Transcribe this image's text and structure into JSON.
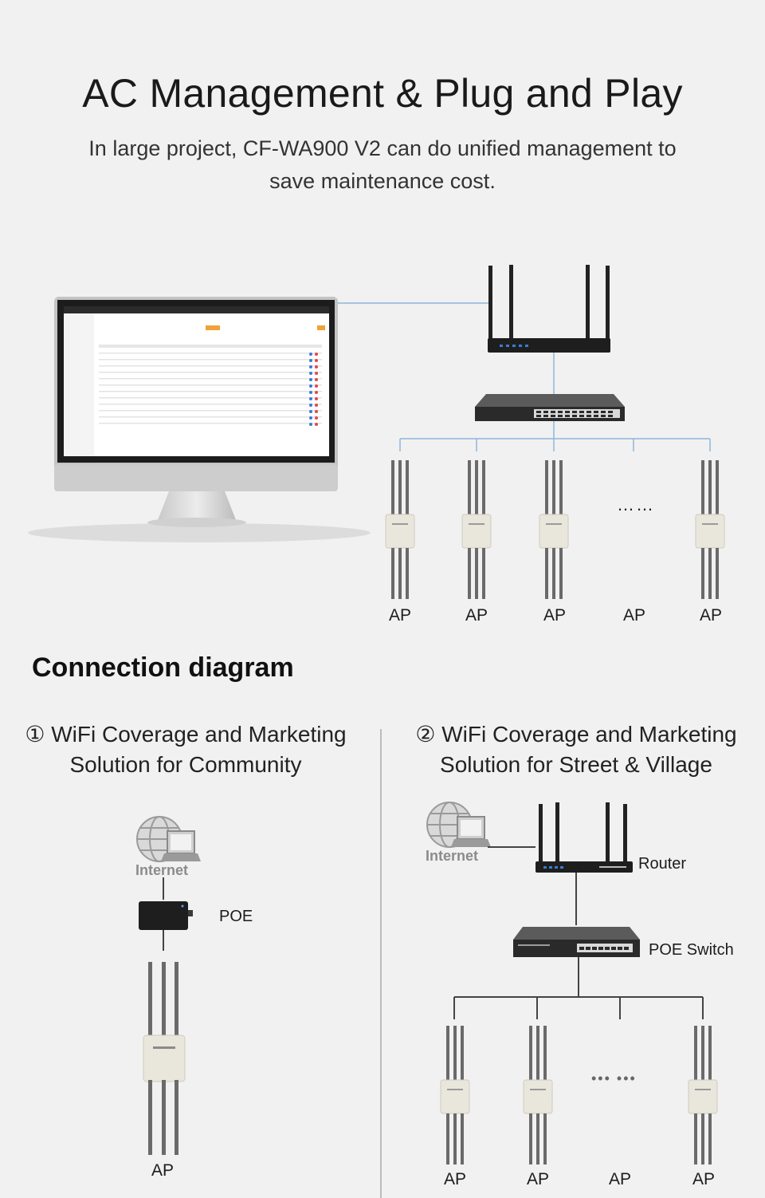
{
  "header": {
    "title": "AC Management & Plug and Play",
    "subtitle_line1": "In large project, CF-WA900 V2 can do unified management to",
    "subtitle_line2": "save maintenance cost."
  },
  "top_diagram": {
    "ap_labels": [
      "AP",
      "AP",
      "AP",
      "AP",
      "AP"
    ],
    "ellipsis": "……"
  },
  "connection": {
    "title": "Connection diagram",
    "left": {
      "title_line1": "① WiFi Coverage and Marketing",
      "title_line2": "Solution for Community",
      "internet_label": "Internet",
      "poe_label": "POE",
      "ap_label": "AP"
    },
    "right": {
      "title_line1": "② WiFi Coverage and Marketing",
      "title_line2": "Solution for Street & Village",
      "internet_label": "Internet",
      "router_label": "Router",
      "switch_label": "POE Switch",
      "ap_labels": [
        "AP",
        "AP",
        "AP",
        "AP"
      ],
      "ellipsis": "••• •••"
    }
  },
  "colors": {
    "background": "#f1f1f1",
    "line_blue": "#8fb6dc",
    "line_dark": "#444444",
    "device_dark": "#1e1e1e",
    "ap_body": "#e9e6dc",
    "led_blue": "#3a7bd5",
    "accent_orange": "#f0a23a"
  }
}
